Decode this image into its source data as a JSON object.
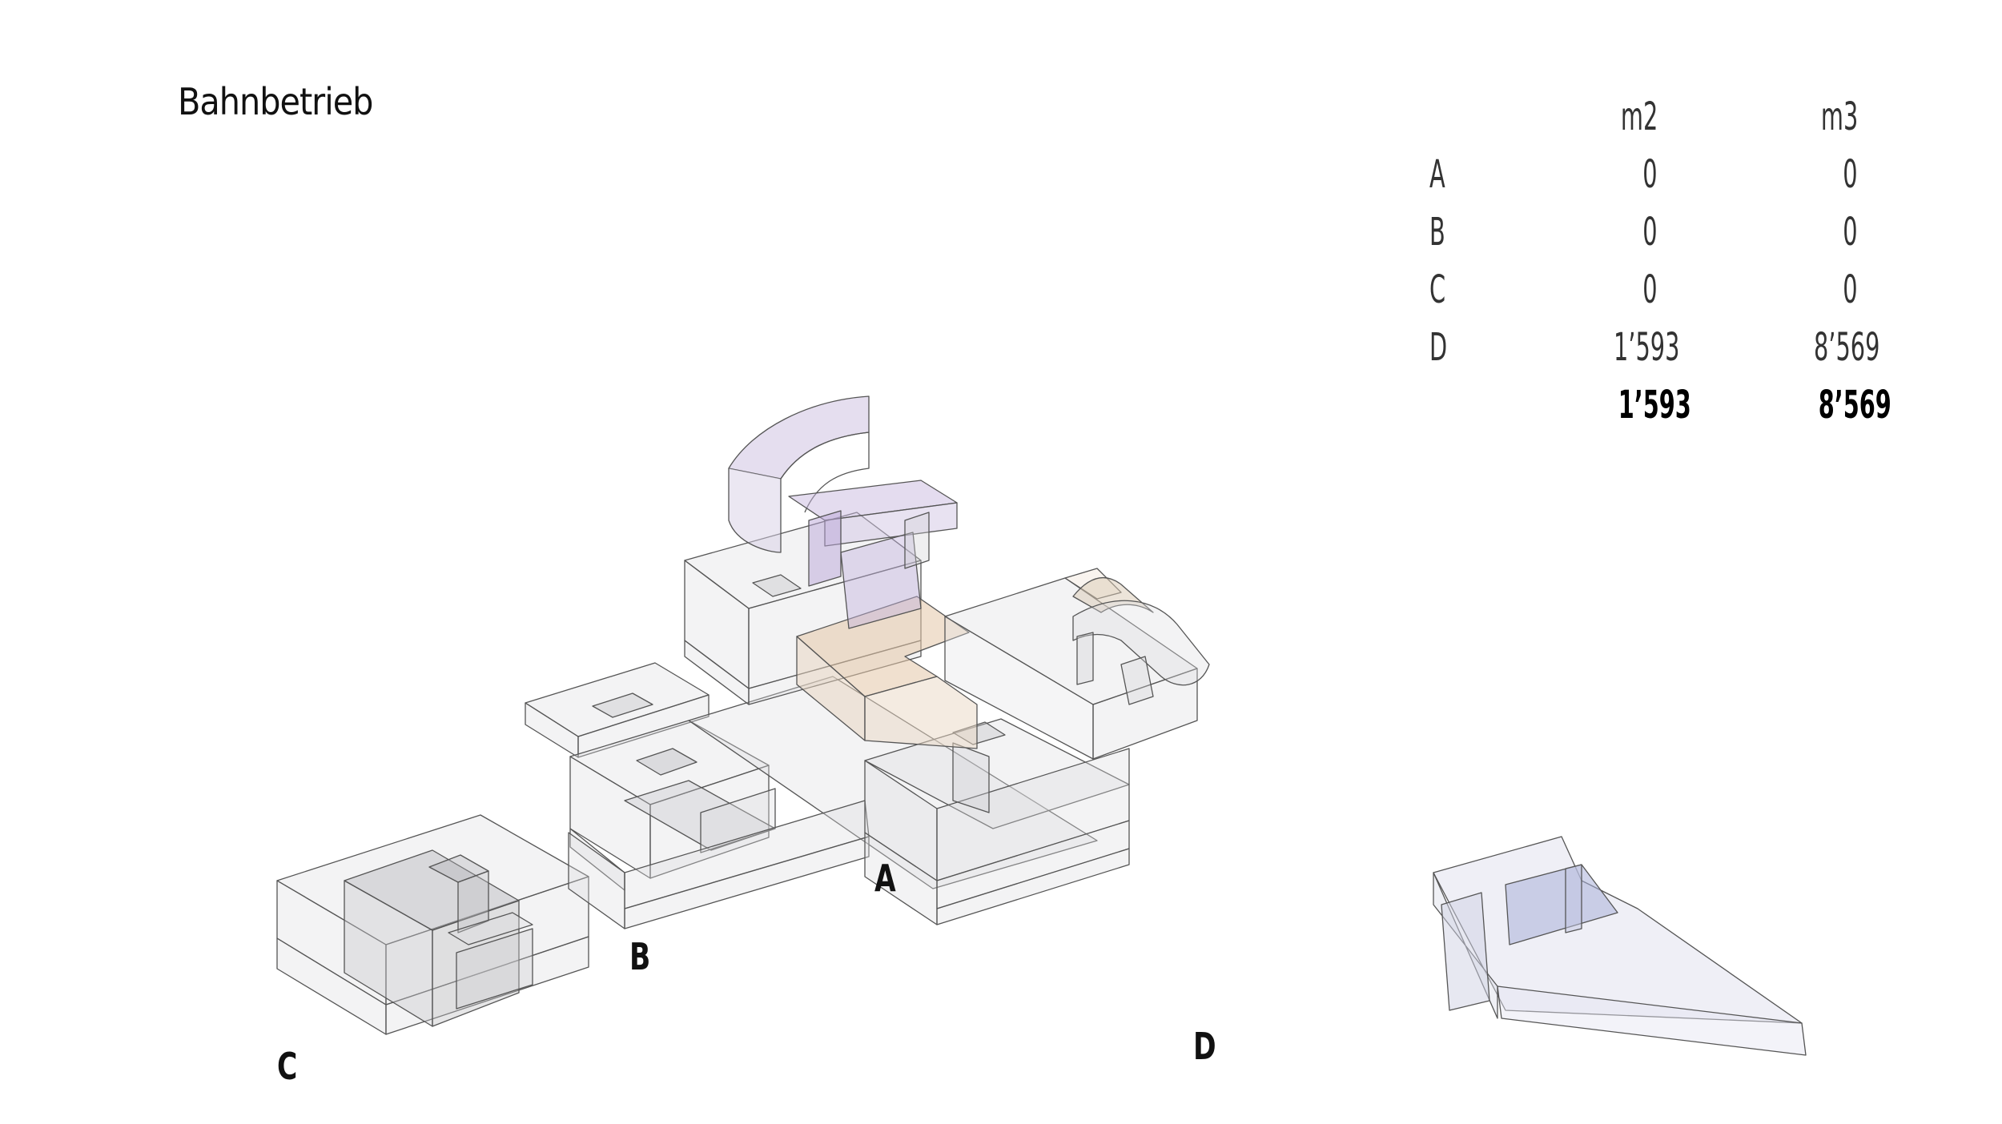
{
  "title": "Bahnbetrieb",
  "table": {
    "headers": [
      "",
      "m2",
      "m3"
    ],
    "rows": [
      {
        "label": "A",
        "m2": "0",
        "m3": "0"
      },
      {
        "label": "B",
        "m2": "0",
        "m3": "0"
      },
      {
        "label": "C",
        "m2": "0",
        "m3": "0"
      },
      {
        "label": "D",
        "m2": "1’593",
        "m3": "8’569"
      }
    ],
    "total": {
      "m2": "1’593",
      "m3": "8’569"
    }
  },
  "blocks": {
    "A": "A",
    "B": "B",
    "C": "C",
    "D": "D"
  },
  "colors": {
    "outline": "#555555",
    "volume_fill": "#d8d8dc",
    "purple_highlight": "#b9a6d8",
    "orange_highlight": "#e3c7a8",
    "blue_highlight": "#aab0d8"
  }
}
